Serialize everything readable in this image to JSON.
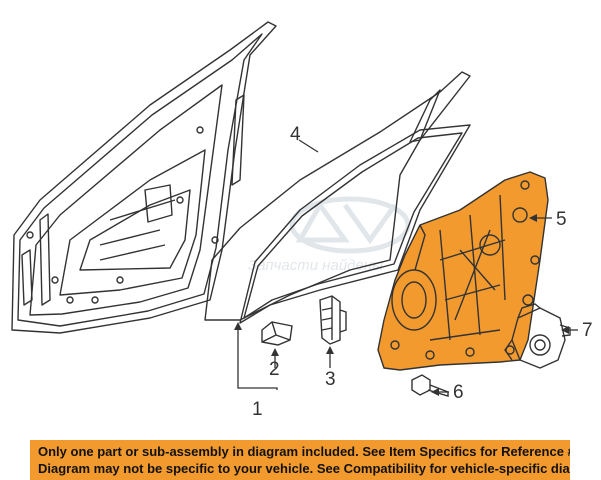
{
  "colors": {
    "line": "#333333",
    "highlight": "#f29a2e",
    "watermark": "#c9d3dc",
    "notice_bg": "#f29a2e"
  },
  "callouts": {
    "c1": "1",
    "c2": "2",
    "c3": "3",
    "c4": "4",
    "c5": "5",
    "c6": "6",
    "c7": "7"
  },
  "watermark": {
    "text": "Запчасти найдены"
  },
  "notice": {
    "line1": "Only one part or sub-assembly in diagram included. See Item Specifics for Reference #.",
    "line2": "Diagram may not be specific to your vehicle. See Compatibility for vehicle-specific diagrams."
  }
}
